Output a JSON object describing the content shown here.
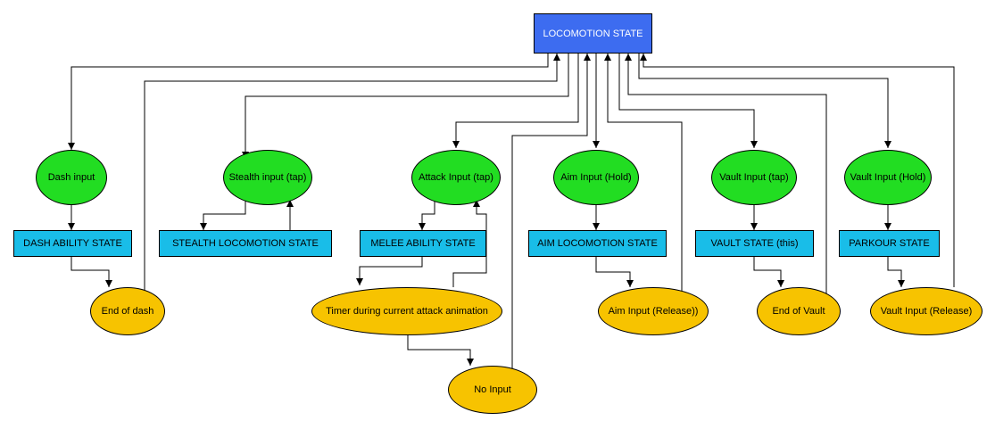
{
  "root": {
    "label": "LOCOMOTION STATE"
  },
  "inputs": [
    {
      "label": "Dash input"
    },
    {
      "label": "Stealth input (tap)"
    },
    {
      "label": "Attack Input (tap)"
    },
    {
      "label": "Aim Input (Hold)"
    },
    {
      "label": "Vault Input (tap)"
    },
    {
      "label": "Vault Input (Hold)"
    }
  ],
  "states": [
    {
      "label": "DASH ABILITY STATE"
    },
    {
      "label": "STEALTH LOCOMOTION STATE"
    },
    {
      "label": "MELEE ABILITY STATE"
    },
    {
      "label": "AIM LOCOMOTION STATE"
    },
    {
      "label": "VAULT STATE (this)"
    },
    {
      "label": "PARKOUR STATE"
    }
  ],
  "exits": [
    {
      "label": "End of dash"
    },
    {
      "label": "Timer during current attack animation"
    },
    {
      "label": "No Input"
    },
    {
      "label": "Aim Input (Release))"
    },
    {
      "label": "End of Vault"
    },
    {
      "label": "Vault  Input (Release)"
    }
  ],
  "colors": {
    "root_fill": "#3d6cf0",
    "state_fill": "#19bde8",
    "input_fill": "#22dd22",
    "exit_fill": "#f7c300",
    "line": "#000000"
  }
}
